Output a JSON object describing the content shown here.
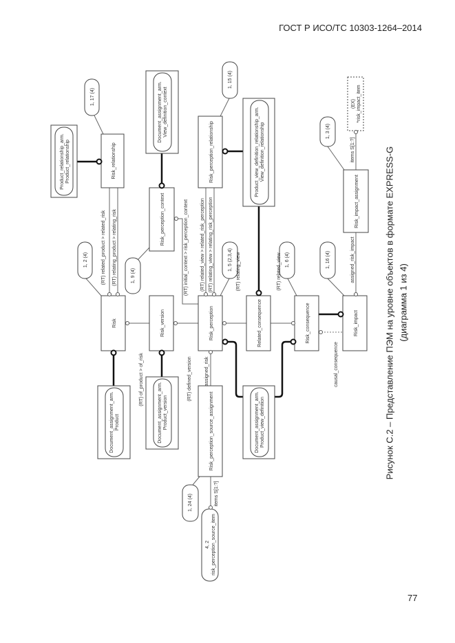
{
  "header": "ГОСТ Р ИСО/ТС 10303-1264–2014",
  "page_number": "77",
  "caption": {
    "line1": "Рисунок С.2 – Представление ПЭМ на уровне объектов в формате EXPRESS-G",
    "line2": "(диаграмма 1 из 4)"
  },
  "entities": {
    "risk": "Risk",
    "risk_version": "Risk_version",
    "risk_perception": "Risk_perception",
    "related_consequence": "Related_consequence",
    "risk_consequence": "Risk_consequence",
    "risk_impact": "Risk_impact",
    "risk_relationship": "Risk_relationship",
    "risk_perception_context": "Risk_perception_context",
    "risk_perception_relationship": "Risk_perception_relationship",
    "risk_impact_assignment": "Risk_impact_assignment",
    "risk_perception_source_assignment": "Risk_perception_source_assignment"
  },
  "references": {
    "product_relationship": [
      "Product_relationship_arm.",
      "Product_relationship"
    ],
    "view_definition_context": [
      "Document_assignment_arm.",
      "View_definition_context"
    ],
    "pvd_relationship": [
      "Product_view_definition_relationship_arm.",
      "View_definition_relationship"
    ],
    "product": [
      "Document_assignment_arm.",
      "Product"
    ],
    "product_version": [
      "Document_assignment_arm.",
      "Product_version"
    ],
    "product_view_definition": [
      "Document_assignment_arm.",
      "Product_view_definition"
    ],
    "risk_impact_item": [
      "(EX)",
      "*risk_impact_item"
    ],
    "risk_perception_source_item": [
      "4, 2",
      "risk_perception_source_item"
    ]
  },
  "page_refs": {
    "r117": "1, 17 (4)",
    "r12": "1, 2 (4)",
    "r19": "1, 9 (4)",
    "r115": "1, 15 (4)",
    "r15": "1, 5 (2,3,4)",
    "r16": "1, 6 (4)",
    "r116": "1, 16 (4)",
    "r13": "1, 3 (4)",
    "r124": "1, 24 (4)"
  },
  "attributes": {
    "related_product": "(RT) related_product > related_risk",
    "relating_product": "(RT) relating_product > relating_risk",
    "of_product": "(RT) of_product > of_risk",
    "defined_version": "(RT) defined_version",
    "assigned_risk": "assigned_risk",
    "initial_context": "(RT) initial_context > risk_perception_context",
    "related_view": "(RT) related_view > related_risk_perception",
    "relating_view": "(RT) relating_view > relating_risk_perception",
    "relating_view_short": "(RT) relating_view",
    "related_view_short": "(RT) related_view",
    "assigned_risk_impact": "assigned_risk_impact",
    "causal_consequence": "causal_consequence",
    "items_impact": "items S[1:?]",
    "items_source": "items S[1:?]"
  }
}
